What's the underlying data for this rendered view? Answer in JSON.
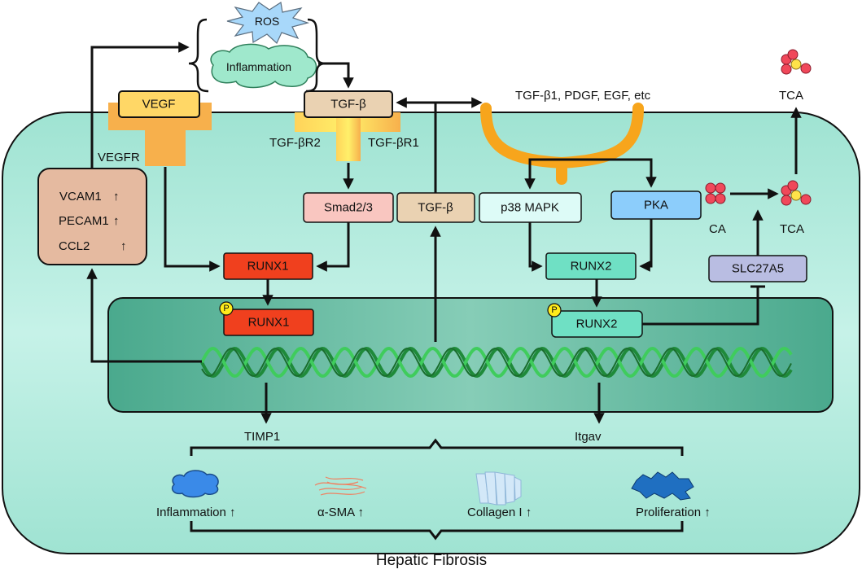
{
  "ros": "ROS",
  "inflammation_cloud": "Inflammation",
  "vegf": "VEGF",
  "vegfr": "VEGFR",
  "tgfb_ligand": "TGF-β",
  "tgfbr2": "TGF-βR2",
  "tgfbr1": "TGF-βR1",
  "growth_factors": "TGF-β1, PDGF, EGF, etc",
  "tca_outside": "TCA",
  "adhesion": {
    "vcam1": "VCAM1",
    "pecam1": "PECAM1",
    "ccl2": "CCL2",
    "arrow": "↑"
  },
  "smad": "Smad2/3",
  "tgfb_cyto": "TGF-β",
  "p38": "p38 MAPK",
  "pka": "PKA",
  "ca": "CA",
  "tca_inside": "TCA",
  "runx1": "RUNX1",
  "runx1_p": "RUNX1",
  "runx2": "RUNX2",
  "runx2_p": "RUNX2",
  "slc27a5": "SLC27A5",
  "phospho": "P",
  "timp1": "TIMP1",
  "itgav": "Itgav",
  "outcomes": {
    "inflammation": "Inflammation ↑",
    "asma": "α-SMA  ↑",
    "collagen": "Collagen I ↑",
    "proliferation": "Proliferation ↑"
  },
  "footer": "Hepatic Fibrosis",
  "colors": {
    "cell_fill": "#b6ece0",
    "nucleus_fill": "#55b89c",
    "runx1": "#f0401e",
    "runx2": "#6fe0c4",
    "vegf": "#ffd766",
    "receptor": "#f7b04c",
    "tgfb": "#ead2b2",
    "smad": "#f9c6c0",
    "p38": "#ddfbf7",
    "pka": "#8ccdfb",
    "slc27a5": "#b9bde2",
    "adhesion": "#e5baa0",
    "ros": "#a8d8fa",
    "cloud": "#9fe8cc",
    "phospho": "#ffeb1a"
  }
}
